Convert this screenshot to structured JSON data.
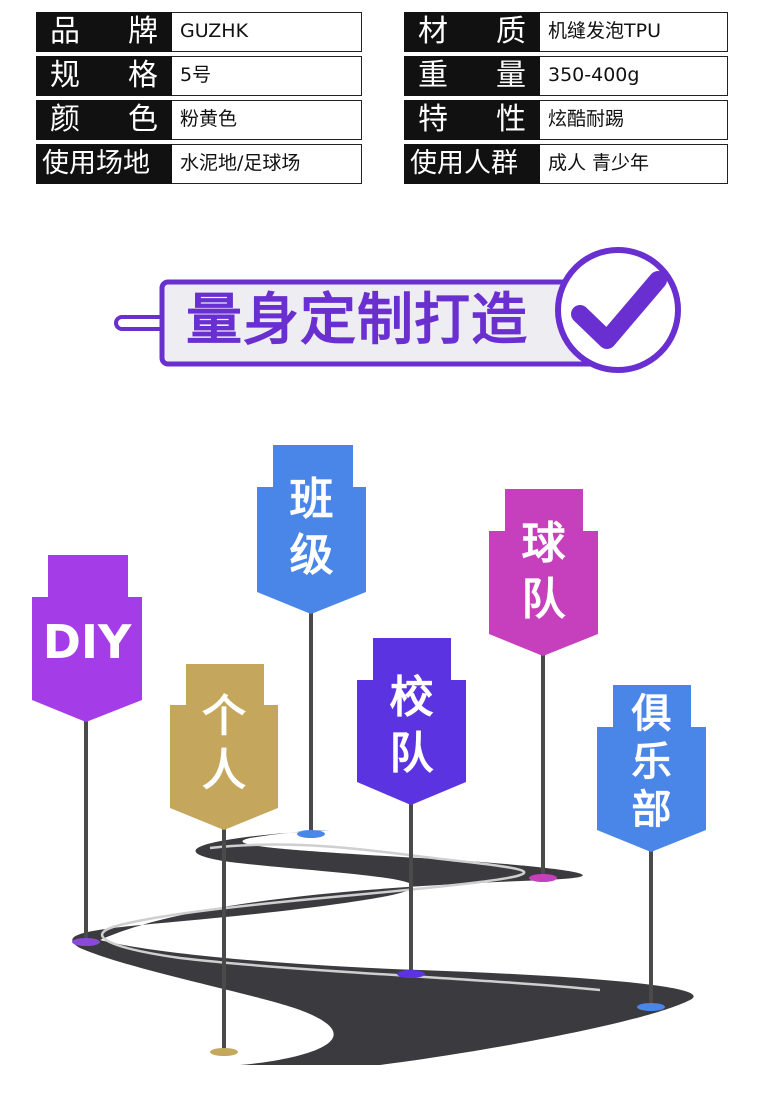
{
  "specs": [
    {
      "label": "品牌",
      "value": "GUZHK",
      "label2": "材质",
      "value2": "机缝发泡TPU"
    },
    {
      "label": "规格",
      "value": "5号",
      "label2": "重量",
      "value2": "350-400g"
    },
    {
      "label": "颜色",
      "value": "粉黄色",
      "label2": "特性",
      "value2": "炫酷耐踢"
    },
    {
      "label": "使用场地",
      "value": "水泥地/足球场",
      "label2": "使用人群",
      "value2": "成人 青少年"
    }
  ],
  "banner": {
    "text": "量身定制打造",
    "icon": "checkmark-icon",
    "accent": "#6a2fd0"
  },
  "signs": [
    {
      "text": "DIY",
      "color": "#a43ce8"
    },
    {
      "text": "个\n人",
      "color": "#c4a75c"
    },
    {
      "text": "班\n级",
      "color": "#4a86e8"
    },
    {
      "text": "校\n队",
      "color": "#5b33e0"
    },
    {
      "text": "球\n队",
      "color": "#c63fbd"
    },
    {
      "text": "俱\n乐\n部",
      "color": "#4a86e8"
    }
  ]
}
